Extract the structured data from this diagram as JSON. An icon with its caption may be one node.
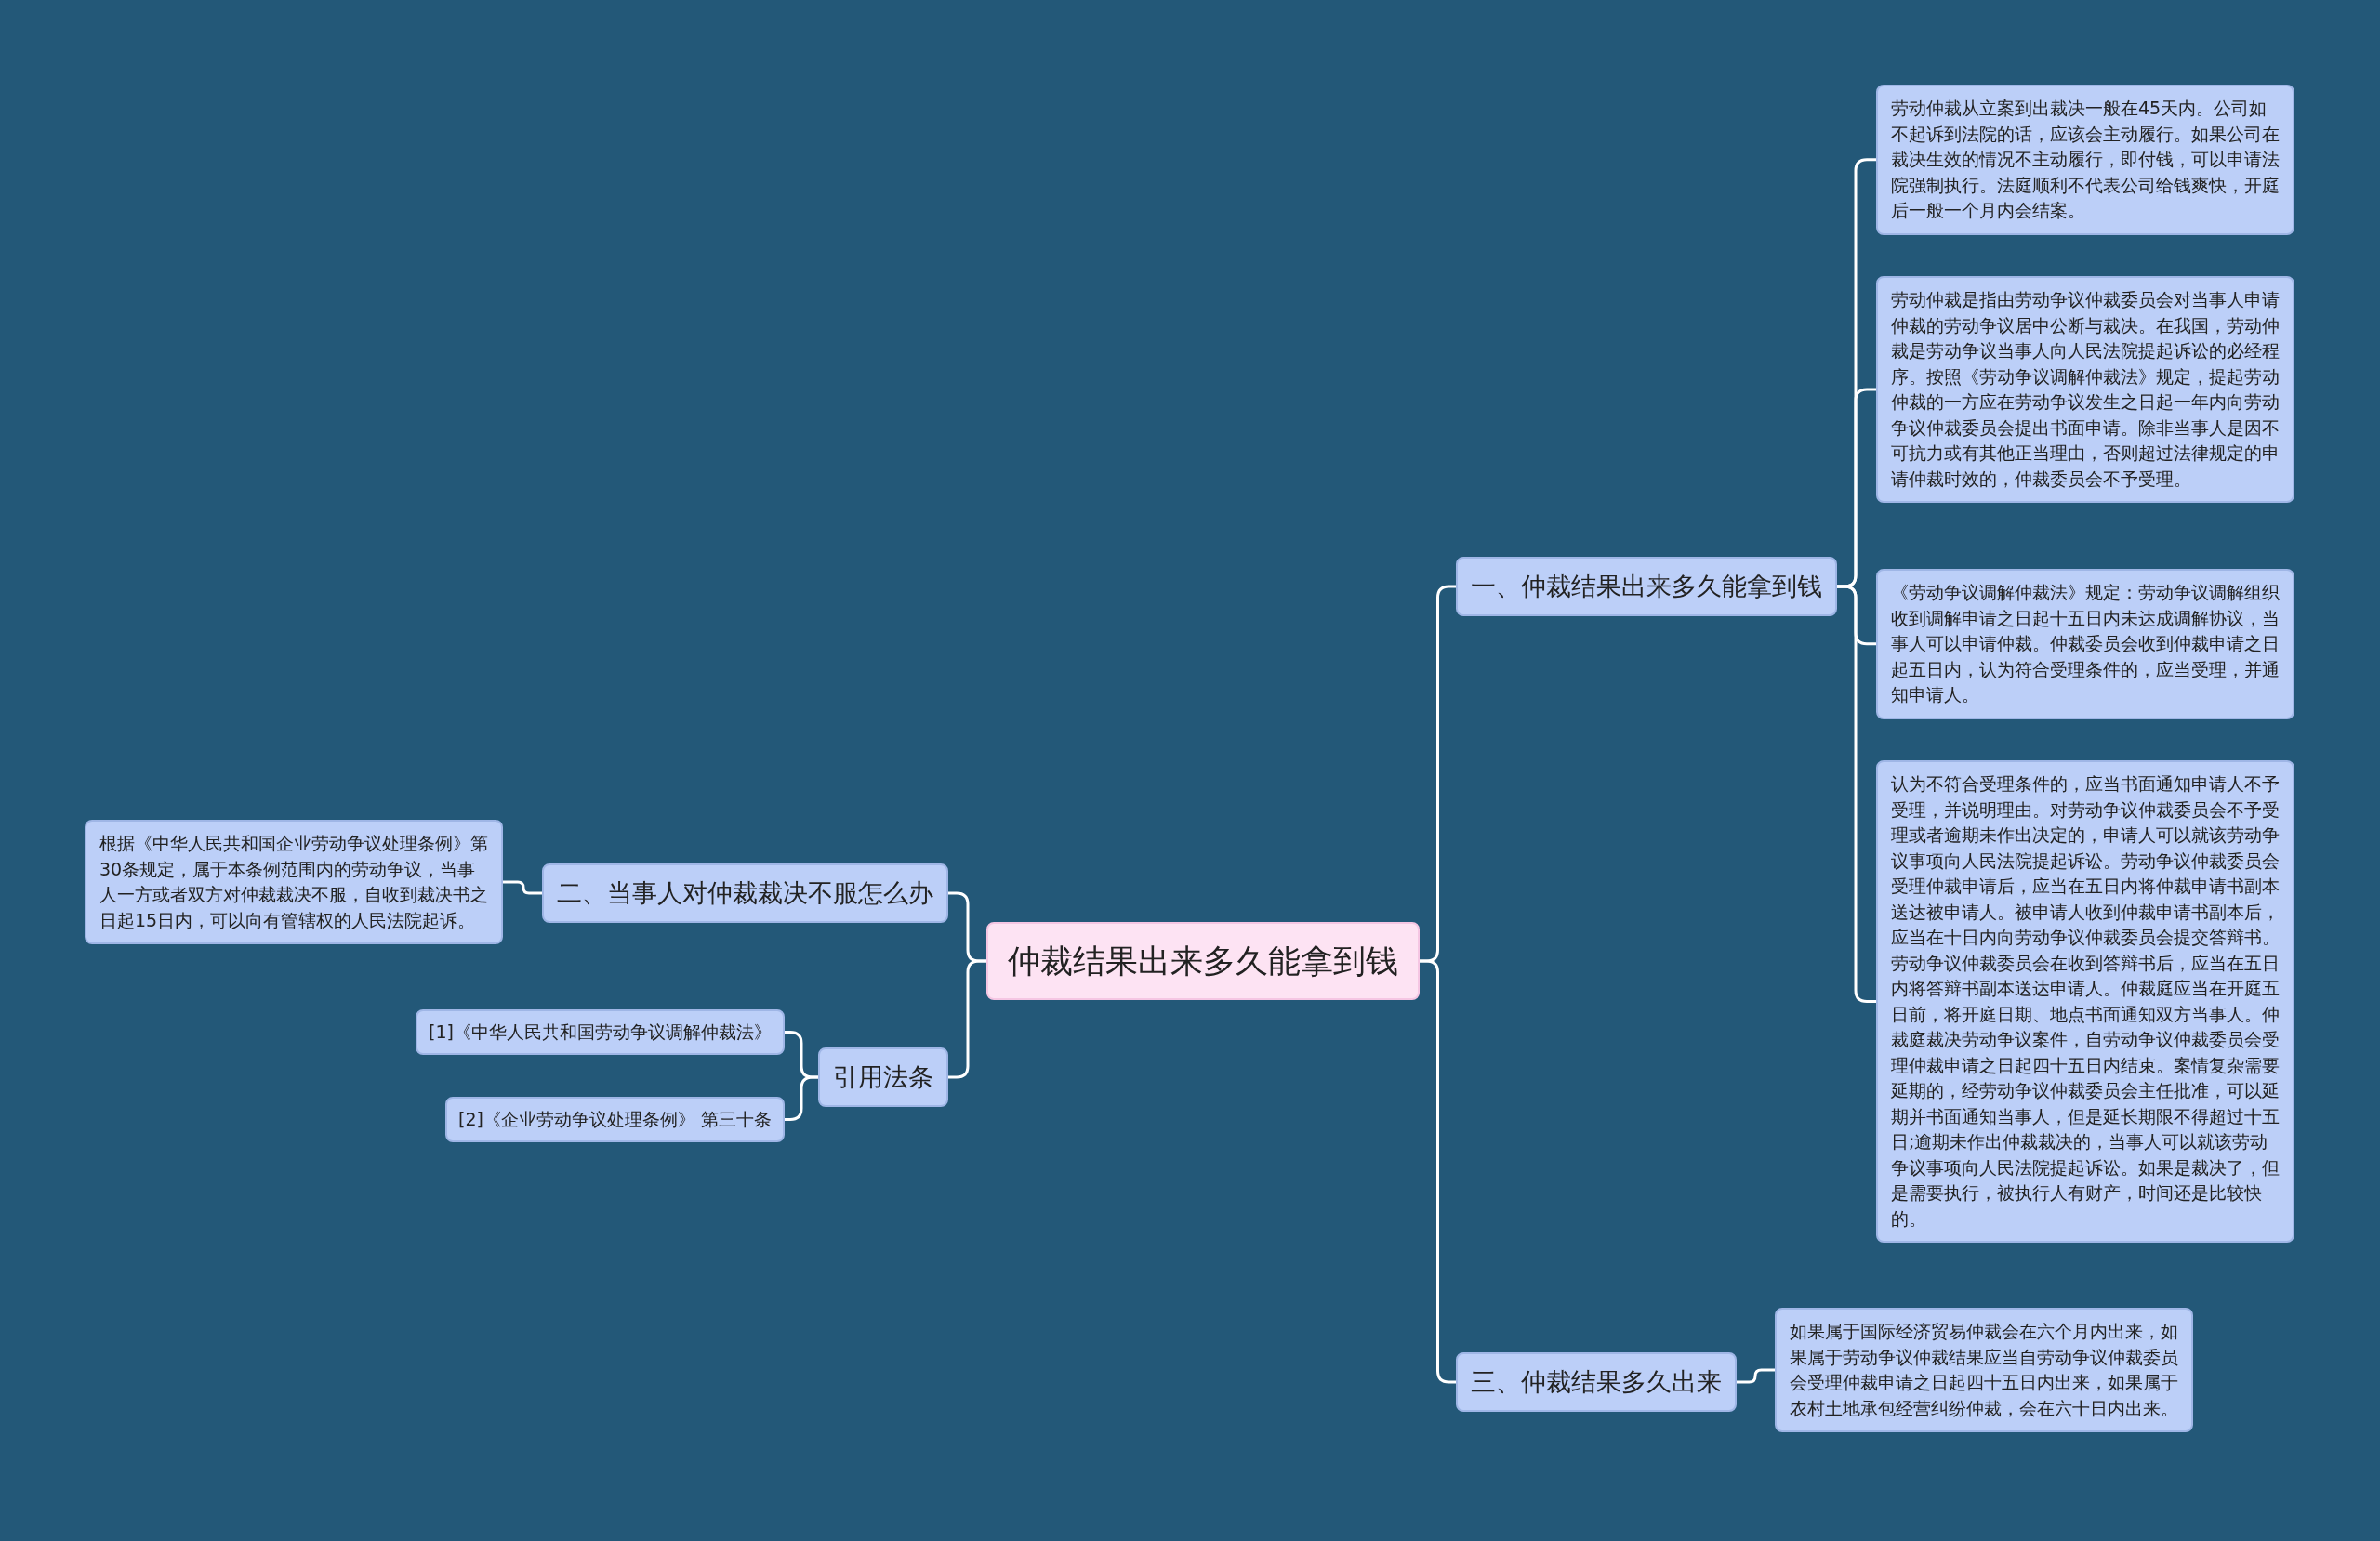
{
  "diagram": {
    "nodes": [
      {
        "text": [
          "仲裁结果出来多久能拿到钱"
        ]
      },
      {
        "text": [
          "一、仲裁结果出来多久能拿到钱"
        ]
      },
      {
        "text": [
          "劳动仲裁从立案到出裁决一般在45天内。公司如不起诉到法院的话，应该会主动履行。如果公司在裁决生效的情况不主动履行，即付钱，可以申请法院强制执行。法庭顺利不代表公司给钱爽快，开庭后一般一个月内会结案。"
        ]
      },
      {
        "text": [
          "劳动仲裁是指由劳动争议仲裁委员会对当事人申请仲裁的劳动争议居中公断与裁决。在我国，劳动仲裁是劳动争议当事人向人民法院提起诉讼的必经程序。按照《劳动争议调解仲裁法》规定，提起劳动仲裁的一方应在劳动争议发生之日起一年内向劳动争议仲裁委员会提出书面申请。除非当事人是因不可抗力或有其他正当理由，否则超过法律规定的申请仲裁时效的，仲裁委员会不予受理。"
        ]
      },
      {
        "text": [
          "《劳动争议调解仲裁法》规定：劳动争议调解组织收到调解申请之日起十五日内未达成调解协议，当事人可以申请仲裁。仲裁委员会收到仲裁申请之日起五日内，认为符合受理条件的，应当受理，并通知申请人。"
        ]
      },
      {
        "text": [
          "认为不符合受理条件的，应当书面通知申请人不予受理，并说明理由。对劳动争议仲裁委员会不予受理或者逾期未作出决定的，申请人可以就该劳动争议事项向人民法院提起诉讼。劳动争议仲裁委员会受理仲裁申请后，应当在五日内将仲裁申请书副本送达被申请人。被申请人收到仲裁申请书副本后，应当在十日内向劳动争议仲裁委员会提交答辩书。劳动争议仲裁委员会在收到答辩书后，应当在五日内将答辩书副本送达申请人。仲裁庭应当在开庭五日前，将开庭日期、地点书面通知双方当事人。仲裁庭裁决劳动争议案件，自劳动争议仲裁委员会受理仲裁申请之日起四十五日内结束。案情复杂需要延期的，经劳动争议仲裁委员会主任批准，可以延期并书面通知当事人，但是延长期限不得超过十五日;逾期未作出仲裁裁决的，当事人可以就该劳动争议事项向人民法院提起诉讼。如果是裁决了，但是需要执行，被执行人有财产，时间还是比较快的。"
        ]
      },
      {
        "text": [
          "三、仲裁结果多久出来"
        ]
      },
      {
        "text": [
          "如果属于国际经济贸易仲裁会在六个月内出来，如果属于劳动争议仲裁结果应当自劳动争议仲裁委员会受理仲裁申请之日起四十五日内出来，如果属于农村土地承包经营纠纷仲裁，会在六十日内出来。"
        ]
      },
      {
        "text": [
          "二、当事人对仲裁裁决不服怎么办"
        ]
      },
      {
        "text": [
          "根据《中华人民共和国企业劳动争议处理条例》第30条规定，属于本条例范围内的劳动争议，当事人一方或者双方对仲裁裁决不服，自收到裁决书之日起15日内，可以向有管辖权的人民法院起诉。"
        ]
      },
      {
        "text": [
          "引用法条"
        ]
      },
      {
        "text": [
          "[1]《中华人民共和国劳动争议调解仲裁法》"
        ]
      },
      {
        "text": [
          "[2]《企业劳动争议处理条例》 第三十条"
        ]
      }
    ],
    "edges": [
      {
        "from": 0,
        "to": 1,
        "arrow": "none"
      },
      {
        "from": 1,
        "to": 2,
        "arrow": "none"
      },
      {
        "from": 1,
        "to": 3,
        "arrow": "none"
      },
      {
        "from": 1,
        "to": 4,
        "arrow": "none"
      },
      {
        "from": 1,
        "to": 5,
        "arrow": "none"
      },
      {
        "from": 0,
        "to": 6,
        "arrow": "none"
      },
      {
        "from": 6,
        "to": 7,
        "arrow": "none"
      },
      {
        "from": 0,
        "to": 8,
        "arrow": "none"
      },
      {
        "from": 8,
        "to": 9,
        "arrow": "none"
      },
      {
        "from": 0,
        "to": 10,
        "arrow": "none"
      },
      {
        "from": 10,
        "to": 11,
        "arrow": "none"
      },
      {
        "from": 10,
        "to": 12,
        "arrow": "none"
      }
    ]
  }
}
